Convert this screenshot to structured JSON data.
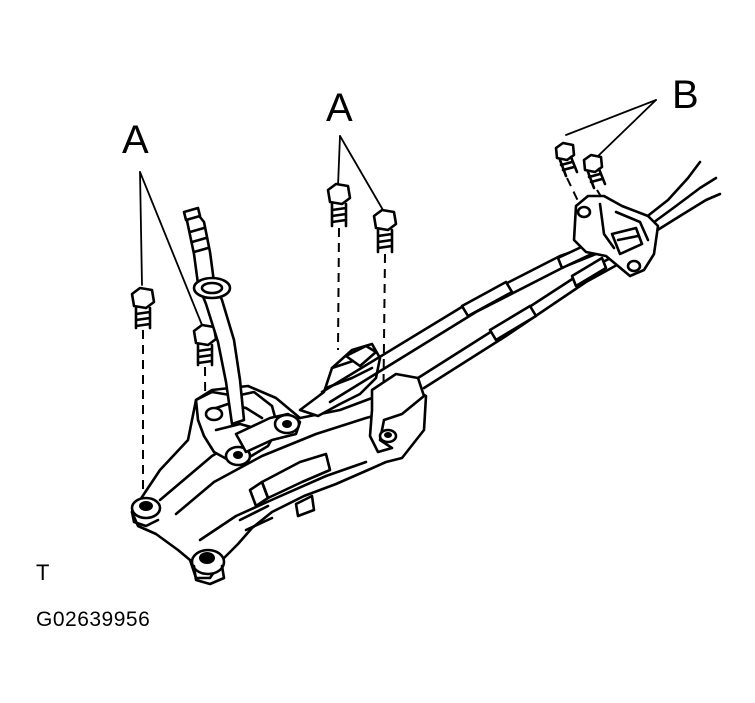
{
  "callouts": {
    "a_left": "A",
    "a_center": "A",
    "b_right": "B"
  },
  "corner_mark": "T",
  "figure_id": "G02639956"
}
